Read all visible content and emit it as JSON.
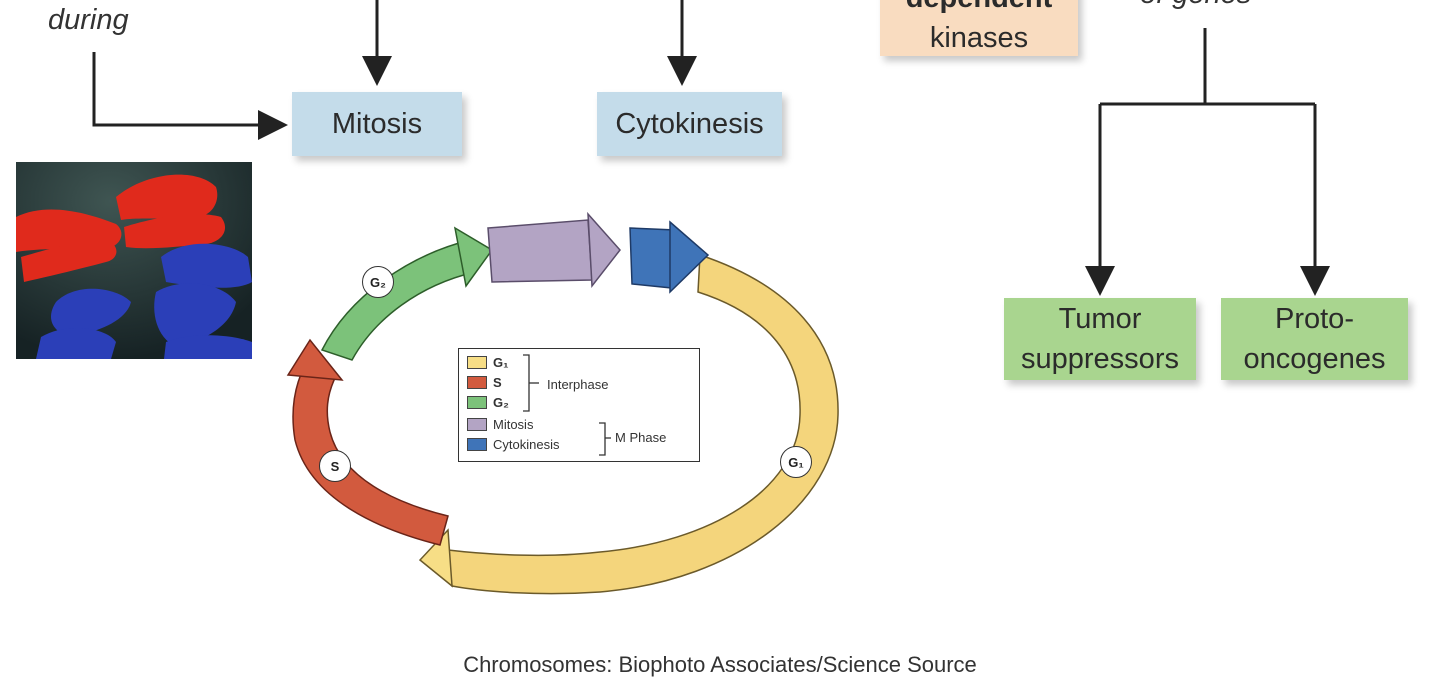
{
  "top_left": {
    "text": "during"
  },
  "boxes": {
    "mitosis": "Mitosis",
    "cytokinesis": "Cytokinesis",
    "cdk_line1": "dependent",
    "cdk_line2": "kinases",
    "tumor_line1": "Tumor",
    "tumor_line2": "suppressors",
    "proto_line1": "Proto-",
    "proto_line2": "oncogenes"
  },
  "top_right": {
    "text": "of genes"
  },
  "cycle": {
    "badges": {
      "g1": "G₁",
      "s": "S",
      "g2": "G₂"
    },
    "colors": {
      "g1": "#f4d57c",
      "s": "#d25a3e",
      "g2": "#7cc27a",
      "mitosis": "#b3a4c4",
      "cytokinesis": "#3f74b8"
    }
  },
  "legend": {
    "items": [
      {
        "label": "G₁",
        "color": "#f7de86"
      },
      {
        "label": "S",
        "color": "#d25a3e"
      },
      {
        "label": "G₂",
        "color": "#7cc27a"
      },
      {
        "label": "Mitosis",
        "color": "#b3a4c4"
      },
      {
        "label": "Cytokinesis",
        "color": "#3f74b8"
      }
    ],
    "group_interphase": "Interphase",
    "group_mphase": "M Phase"
  },
  "credit": "Chromosomes: Biophoto Associates/Science Source"
}
